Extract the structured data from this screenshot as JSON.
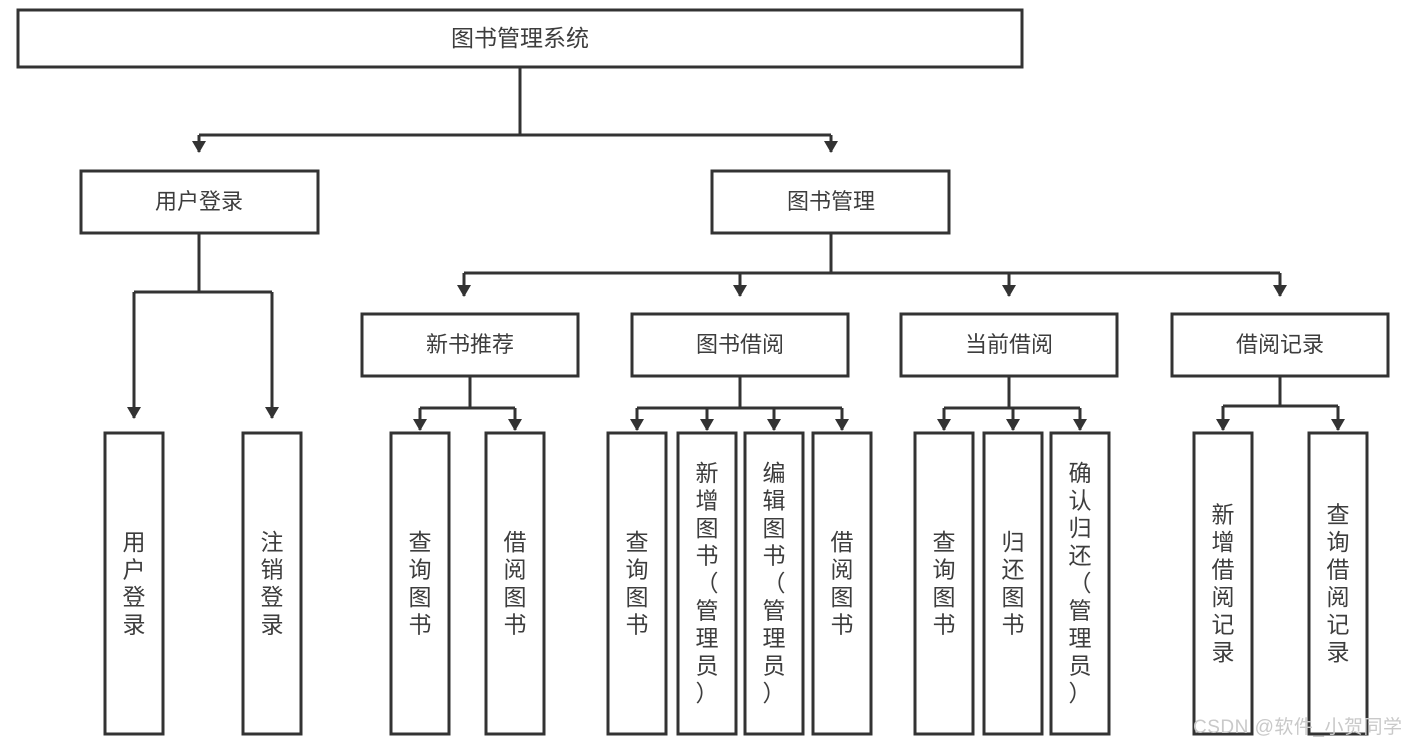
{
  "diagram": {
    "type": "tree-hierarchy",
    "title": "图书管理系统",
    "root": {
      "id": "root",
      "label": "图书管理系统"
    },
    "level2": [
      {
        "id": "user-login",
        "label": "用户登录"
      },
      {
        "id": "book-management",
        "label": "图书管理"
      }
    ],
    "level3": [
      {
        "id": "new-book-recommend",
        "label": "新书推荐",
        "parent": "book-management"
      },
      {
        "id": "book-borrow",
        "label": "图书借阅",
        "parent": "book-management"
      },
      {
        "id": "current-borrow",
        "label": "当前借阅",
        "parent": "book-management"
      },
      {
        "id": "borrow-record",
        "label": "借阅记录",
        "parent": "book-management"
      }
    ],
    "leaves": {
      "user-login": [
        {
          "id": "leaf-user-login",
          "label": "用户登录"
        },
        {
          "id": "leaf-user-logout",
          "label": "注销登录"
        }
      ],
      "new-book-recommend": [
        {
          "id": "leaf-query-book-1",
          "label": "查询图书"
        },
        {
          "id": "leaf-borrow-book-1",
          "label": "借阅图书"
        }
      ],
      "book-borrow": [
        {
          "id": "leaf-query-book-2",
          "label": "查询图书"
        },
        {
          "id": "leaf-add-book",
          "label": "新增图书（管理员）"
        },
        {
          "id": "leaf-edit-book",
          "label": "编辑图书（管理员）"
        },
        {
          "id": "leaf-borrow-book-2",
          "label": "借阅图书"
        }
      ],
      "current-borrow": [
        {
          "id": "leaf-query-book-3",
          "label": "查询图书"
        },
        {
          "id": "leaf-return-book",
          "label": "归还图书"
        },
        {
          "id": "leaf-confirm-return",
          "label": "确认归还（管理员）"
        }
      ],
      "borrow-record": [
        {
          "id": "leaf-add-borrow-record",
          "label": "新增借阅记录"
        },
        {
          "id": "leaf-query-borrow-record",
          "label": "查询借阅记录"
        }
      ]
    }
  },
  "watermark": {
    "text": "CSDN @软件_小贺同学"
  },
  "colors": {
    "box_fill": "#ffffff",
    "box_stroke": "#333333",
    "text": "#3d3d3d",
    "watermark": "#c9c9c9",
    "background": "#ffffff"
  }
}
